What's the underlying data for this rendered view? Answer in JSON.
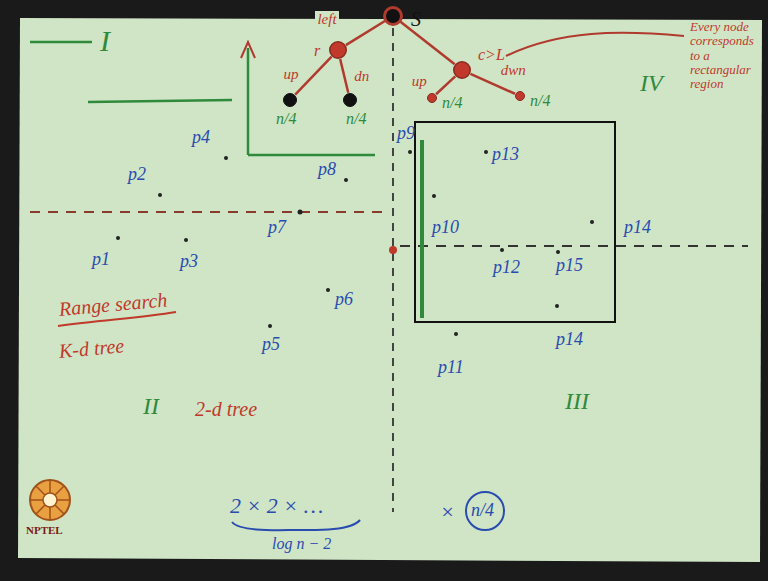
{
  "diagram": {
    "nodes": [
      {
        "text": [
          "S"
        ]
      },
      {
        "text": [
          "r"
        ]
      },
      {
        "text": [
          "c>L"
        ]
      },
      {
        "text": [
          "n/4"
        ]
      },
      {
        "text": [
          "n/4"
        ]
      },
      {
        "text": [
          "n/4"
        ]
      },
      {
        "text": [
          "n/4"
        ]
      }
    ],
    "edges": [
      {
        "from": 0,
        "to": 1,
        "arrow": "none",
        "label": "left"
      },
      {
        "from": 0,
        "to": 2,
        "arrow": "none"
      },
      {
        "from": 1,
        "to": 3,
        "arrow": "none",
        "label": "up"
      },
      {
        "from": 1,
        "to": 4,
        "arrow": "none",
        "label": "dn"
      },
      {
        "from": 2,
        "to": 5,
        "arrow": "none",
        "label": "up"
      },
      {
        "from": 2,
        "to": 6,
        "arrow": "none",
        "label": "dwn"
      }
    ],
    "labels": [
      "I",
      "IV",
      "Every node corresponds to a rectangular region",
      "p9",
      "p13",
      "p4",
      "p2",
      "p8",
      "p10",
      "p7",
      "p14",
      "p1",
      "p3",
      "p12",
      "p15",
      "p6",
      "Range search",
      "p14",
      "K-d tree",
      "p5",
      "p11",
      "II",
      "2-d tree",
      "III",
      "2 × 2 × …",
      "log n − 2",
      "×",
      "n/4",
      "NPTEL"
    ]
  }
}
